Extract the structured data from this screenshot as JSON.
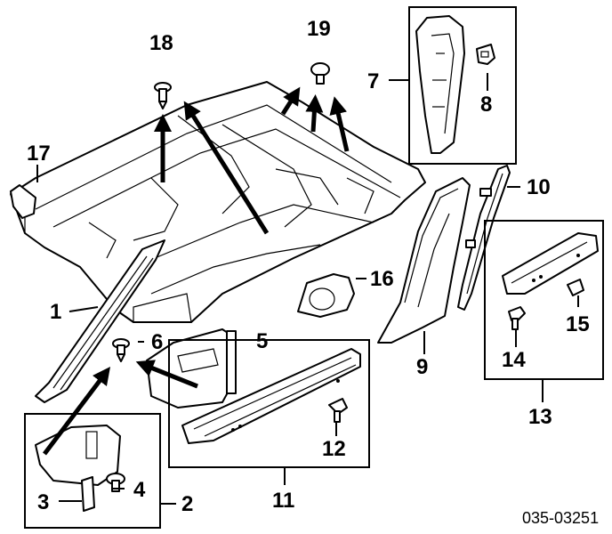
{
  "callouts": {
    "n1": "1",
    "n2": "2",
    "n3": "3",
    "n4": "4",
    "n5": "5",
    "n6": "6",
    "n7": "7",
    "n8": "8",
    "n9": "9",
    "n10": "10",
    "n11": "11",
    "n12": "12",
    "n13": "13",
    "n14": "14",
    "n15": "15",
    "n16": "16",
    "n17": "17",
    "n18": "18",
    "n19": "19"
  },
  "diagram_code": "035-03251",
  "colors": {
    "line": "#000000",
    "background": "#ffffff"
  }
}
